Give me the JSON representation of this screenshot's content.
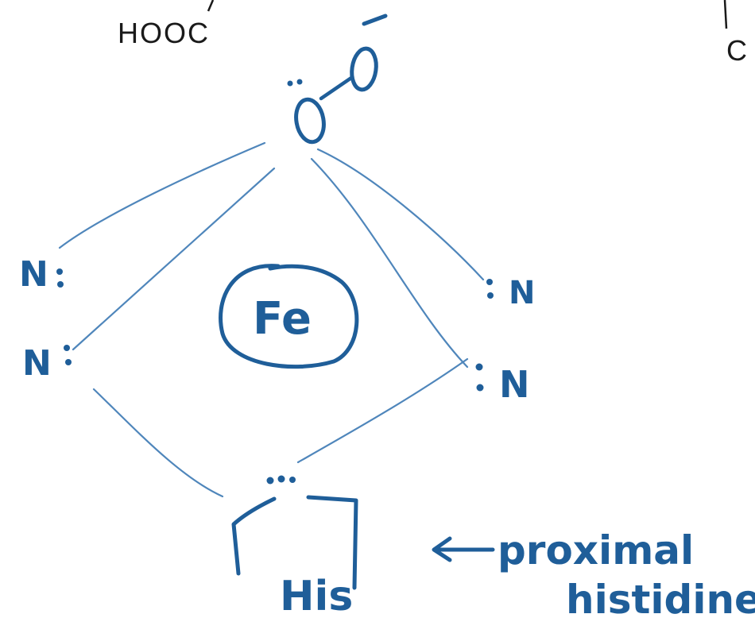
{
  "printed_labels": {
    "carboxyl_left": "HOOC",
    "carboxyl_right_partial": "C"
  },
  "handwritten": {
    "oxygen_bound": "O",
    "oxygen_distal": "O",
    "charge_minus": "−",
    "iron": "Fe",
    "nitrogen_left_top": "N",
    "nitrogen_left_bottom": "N",
    "nitrogen_right_top": "N",
    "nitrogen_right_bottom": "N",
    "histidine": "His",
    "annotation_line1": "proximal",
    "annotation_line2": "histidine"
  },
  "colors": {
    "ink": "#1f5e99",
    "bond_line": "#4f86bb",
    "print": "#1a1a1a"
  }
}
